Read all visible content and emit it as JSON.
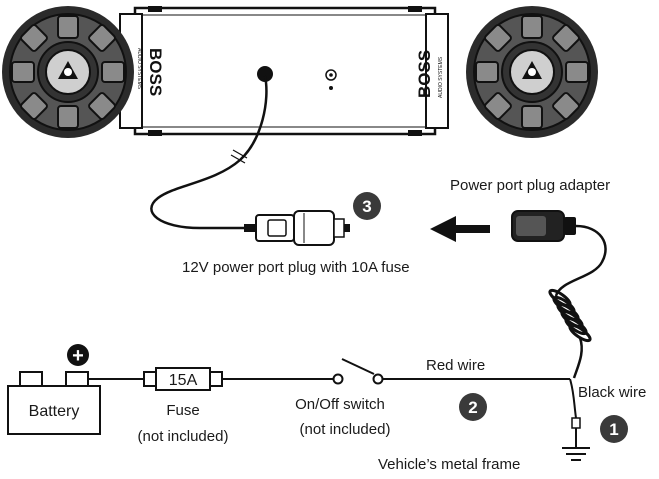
{
  "speaker_brand": "BOSS",
  "speaker_brand_sub": "AUDIO SYSTEMS",
  "adapter_label": "Power port plug adapter",
  "plug_label": "12V power port plug with 10A fuse",
  "step_badges": {
    "one": "1",
    "two": "2",
    "three": "3"
  },
  "battery_label": "Battery",
  "positive_symbol": "+",
  "fuse": {
    "rating": "15A",
    "label": "Fuse",
    "note": "(not included)"
  },
  "switch": {
    "label": "On/Off switch",
    "note": "(not included)"
  },
  "red_wire_label": "Red wire",
  "black_wire_label": "Black wire",
  "frame_label": "Vehicle’s metal frame"
}
